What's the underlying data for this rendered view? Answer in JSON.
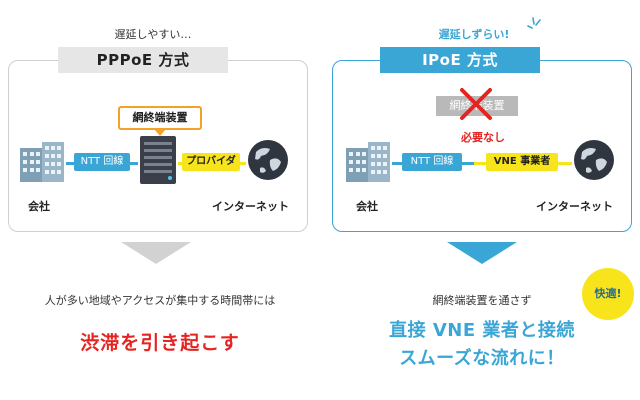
{
  "colors": {
    "accent_blue": "#3aa6d6",
    "accent_yellow": "#f7e41a",
    "alert_red": "#e52421",
    "bubble_orange": "#f2a22b",
    "neutral_gray": "#e6e6e6"
  },
  "left": {
    "caption": "遅延しやすい…",
    "title": "PPPoE 方式",
    "device_label": "網終端装置",
    "line_label": "NTT 回線",
    "provider_label": "プロバイダ",
    "company_label": "会社",
    "internet_label": "インターネット",
    "note": "人が多い地域やアクセスが集中する時間帯には",
    "result": "渋滞を引き起こす"
  },
  "right": {
    "caption": "遅延しずらい!",
    "title": "IPoE 方式",
    "device_label": "網終端装置",
    "unneeded_label": "必要なし",
    "line_label": "NTT 回線",
    "provider_label": "VNE 事業者",
    "company_label": "会社",
    "internet_label": "インターネット",
    "note": "網終端装置を通さず",
    "result_line1": "直接 VNE 業者と接続",
    "result_line2": "スムーズな流れに！",
    "badge": "快適!"
  },
  "icons": {
    "building": "building-icon",
    "server": "server-icon",
    "globe": "globe-icon",
    "cross": "cross-icon",
    "sparkle": "sparkle-icon"
  }
}
